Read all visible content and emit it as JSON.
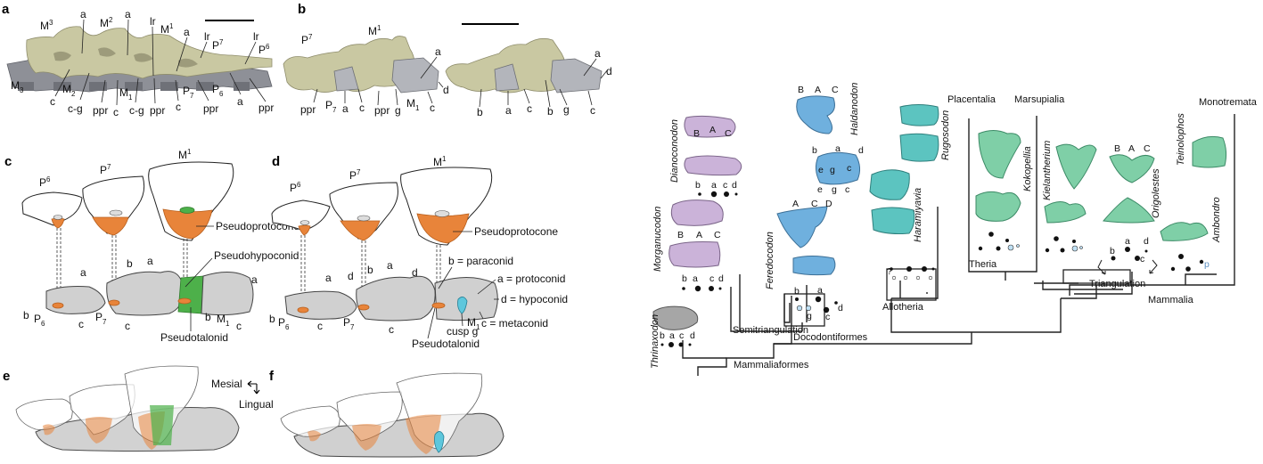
{
  "figure": {
    "panels": {
      "a": {
        "letter": "a",
        "tooth_labels": {
          "M3_upper": "M",
          "M3_sup": "3",
          "M2_upper": "M",
          "M2_sup": "2",
          "M1_upper": "M",
          "M1_sup": "1",
          "P7_upper": "P",
          "P7_sup": "7",
          "P6_upper": "P",
          "P6_sup": "6",
          "M3_lower": "M",
          "M3_sub": "3",
          "M2_lower": "M",
          "M2_sub": "2",
          "M1_lower": "M",
          "M1_sub": "1",
          "P7_lower": "P",
          "P7_sub": "7",
          "P6_lower": "P",
          "P6_sub": "6"
        },
        "cusp_labels": [
          "a",
          "a",
          "lr",
          "a",
          "lr",
          "lr",
          "c",
          "c-g",
          "ppr",
          "c",
          "c-g",
          "ppr",
          "c",
          "ppr",
          "a",
          "ppr"
        ]
      },
      "b": {
        "letter": "b",
        "tooth_labels": {
          "P7": "P",
          "P7_sup": "7",
          "M1": "M",
          "M1_sup": "1",
          "P7_lower": "P",
          "P7_sub": "7",
          "M1_lower": "M",
          "M1_sub": "1"
        },
        "left_labels": [
          "ppr",
          "a",
          "c",
          "ppr",
          "g",
          "a",
          "d",
          "c"
        ],
        "right_labels": [
          "b",
          "a",
          "c",
          "b",
          "g",
          "a",
          "d",
          "c"
        ]
      },
      "c": {
        "letter": "c",
        "upper_teeth": [
          {
            "l": "P",
            "s": "6"
          },
          {
            "l": "P",
            "s": "7"
          },
          {
            "l": "M",
            "s": "1"
          }
        ],
        "lower_teeth": [
          {
            "l": "P",
            "s": "6"
          },
          {
            "l": "P",
            "s": "7"
          },
          {
            "l": "M",
            "s": "1"
          }
        ],
        "annotations": [
          "Pseudoprotocone",
          "Pseudohypoconid",
          "Pseudotalonid"
        ],
        "cusps": [
          "a",
          "b",
          "a",
          "a",
          "b",
          "c",
          "c",
          "b",
          "c"
        ]
      },
      "d": {
        "letter": "d",
        "upper_teeth": [
          {
            "l": "P",
            "s": "6"
          },
          {
            "l": "P",
            "s": "7"
          },
          {
            "l": "M",
            "s": "1"
          }
        ],
        "lower_teeth": [
          {
            "l": "P",
            "s": "6"
          },
          {
            "l": "P",
            "s": "7"
          },
          {
            "l": "M",
            "s": "1"
          }
        ],
        "annotations": [
          "Pseudoprotocone",
          "Pseudotalonid",
          "cusp g"
        ],
        "legend": [
          "b = paraconid",
          "a = protoconid",
          "d = hypoconid",
          "c = metaconid"
        ],
        "cusps": [
          "a",
          "d",
          "b",
          "a",
          "d",
          "b",
          "c",
          "c"
        ]
      },
      "e": {
        "letter": "e",
        "orientation": {
          "mesial": "Mesial",
          "lingual": "Lingual"
        }
      },
      "f": {
        "letter": "f"
      }
    },
    "colors": {
      "pseudoprotocone": "#e8843a",
      "pseudohypoconid": "#4db04a",
      "cusp_g": "#5ec7dc",
      "morganucodontan": "#cbb3d9",
      "docodont": "#6fb0de",
      "allotherian": "#5cc4c0",
      "therian": "#7fcfa7",
      "outgroup": "#a6a6a6"
    },
    "phylogeny": {
      "taxa": [
        "Thrinaxodon",
        "Morganucodon",
        "Dianoconodon",
        "Feredocodon",
        "Haldanodon",
        "Haramiyavia",
        "Rugosodon",
        "Kokopellia",
        "Kielantherium",
        "Origolestes",
        "Teinolophos",
        "Ambondro"
      ],
      "clades": [
        "Mammaliaformes",
        "Semitriangulation",
        "Docodontiformes",
        "Allotheria",
        "Placentalia",
        "Marsupialia",
        "Theria",
        "Triangulation",
        "Mammalia",
        "Monotremata"
      ],
      "cusp_letters_lower": {
        "thrinaxodon": [
          "b",
          "a",
          "c",
          "d"
        ],
        "morganucodon": [
          "b",
          "a",
          "c",
          "d"
        ],
        "dianoconodon": [
          "b",
          "a",
          "c",
          "d"
        ],
        "feredocodon": [
          "b",
          "a",
          "d",
          "g",
          "c"
        ],
        "origolestes": [
          "b",
          "a",
          "d",
          "c"
        ]
      },
      "cusp_letters_upper": {
        "morganucodon": [
          "B",
          "A",
          "C"
        ],
        "dianoconodon": [
          "B",
          "A",
          "C"
        ],
        "feredocodon": [
          "A",
          "C",
          "D"
        ],
        "haldanodon": [
          "B",
          "A",
          "C"
        ],
        "origolestes": [
          "B",
          "A",
          "C"
        ]
      },
      "haldanodon_lower": [
        "b",
        "a",
        "d",
        "e",
        "g",
        "c",
        "e",
        "g",
        "c"
      ],
      "allotheria_question": "?",
      "ambondro_p": "p"
    }
  }
}
